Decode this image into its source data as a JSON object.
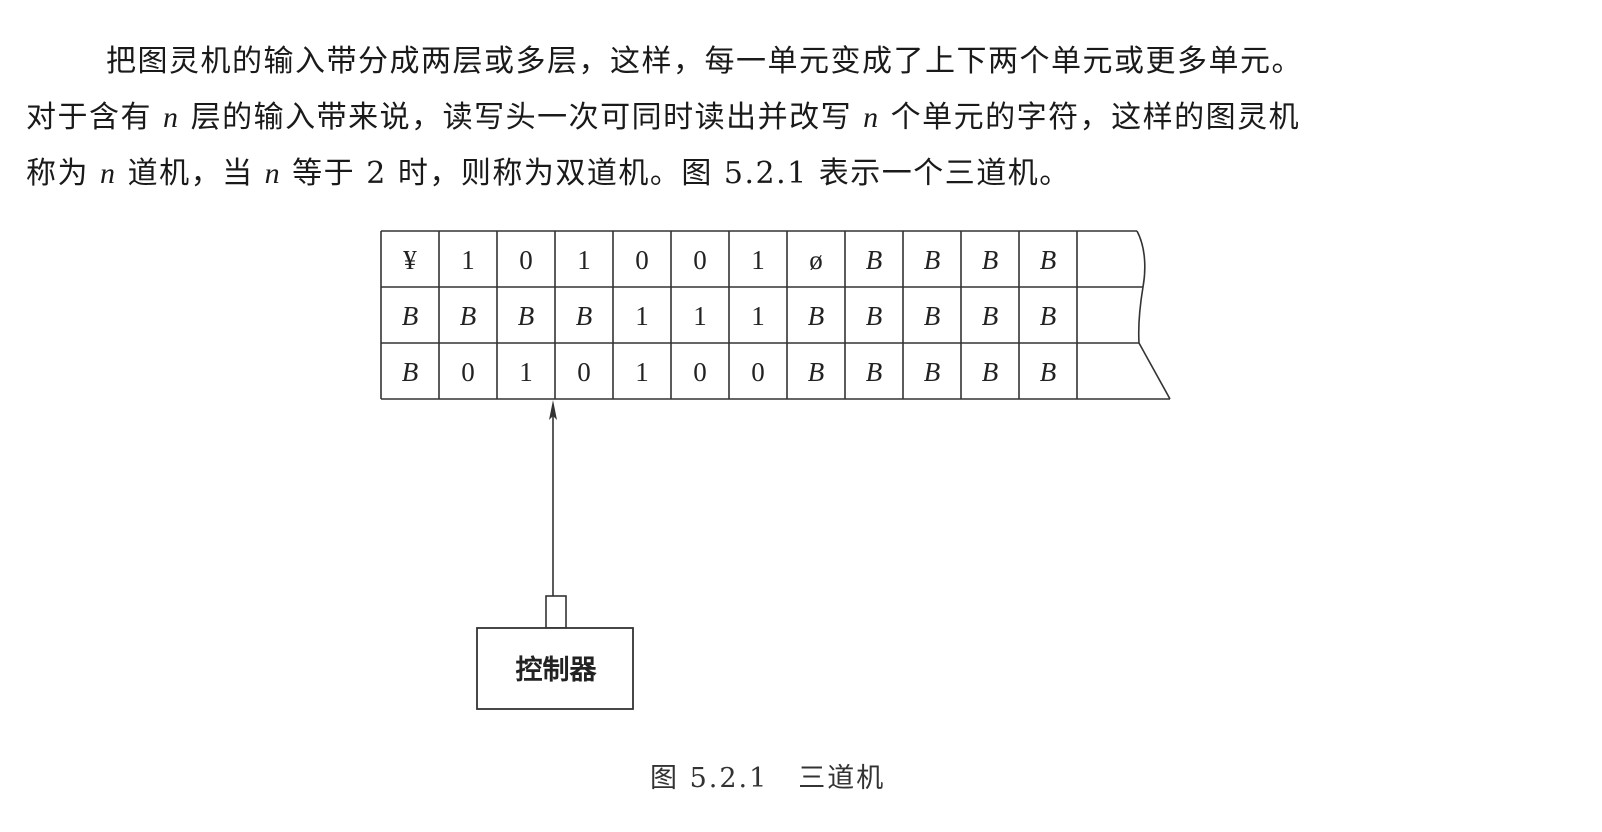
{
  "paragraph": {
    "line1": "把图灵机的输入带分成两层或多层，这样，每一单元变成了上下两个单元或更多单元。",
    "line2_a": "对于含有 ",
    "line2_n1": "n",
    "line2_b": " 层的输入带来说，读写头一次可同时读出并改写 ",
    "line2_n2": "n",
    "line2_c": " 个单元的字符，这样的图灵机",
    "line3_a": "称为 ",
    "line3_n1": "n",
    "line3_b": " 道机，当 ",
    "line3_n2": "n",
    "line3_c": " 等于 2 时，则称为双道机。图 5.2.1 表示一个三道机。"
  },
  "tape": {
    "tracks": [
      [
        "¥",
        "1",
        "0",
        "1",
        "0",
        "0",
        "1",
        "ø",
        "B",
        "B",
        "B",
        "B",
        ""
      ],
      [
        "B",
        "B",
        "B",
        "B",
        "1",
        "1",
        "1",
        "B",
        "B",
        "B",
        "B",
        "B",
        ""
      ],
      [
        "B",
        "0",
        "1",
        "0",
        "1",
        "0",
        "0",
        "B",
        "B",
        "B",
        "B",
        "B",
        ""
      ]
    ],
    "head_column": 3
  },
  "controller": {
    "label": "控制器"
  },
  "caption": {
    "number": "图 5.2.1",
    "title": "三道机"
  }
}
